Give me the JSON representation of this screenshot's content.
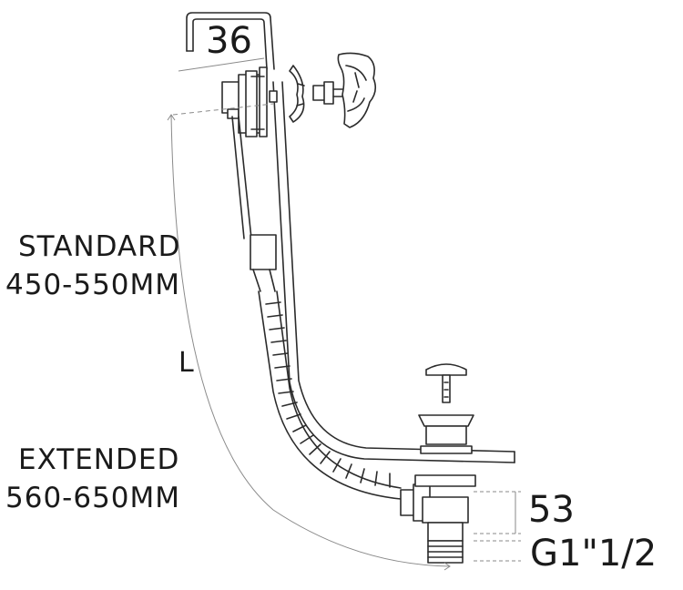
{
  "dimensions": {
    "overflow_width": "36",
    "waste_height": "53",
    "thread_size": "G1\"1/2",
    "length_symbol": "L"
  },
  "standard": {
    "title": "STANDARD",
    "range": "450-550MM"
  },
  "extended": {
    "title": "EXTENDED",
    "range": "560-650MM"
  },
  "colors": {
    "line": "#2b2b2b",
    "dim_line": "#8a8a8a",
    "fill": "#ffffff"
  }
}
